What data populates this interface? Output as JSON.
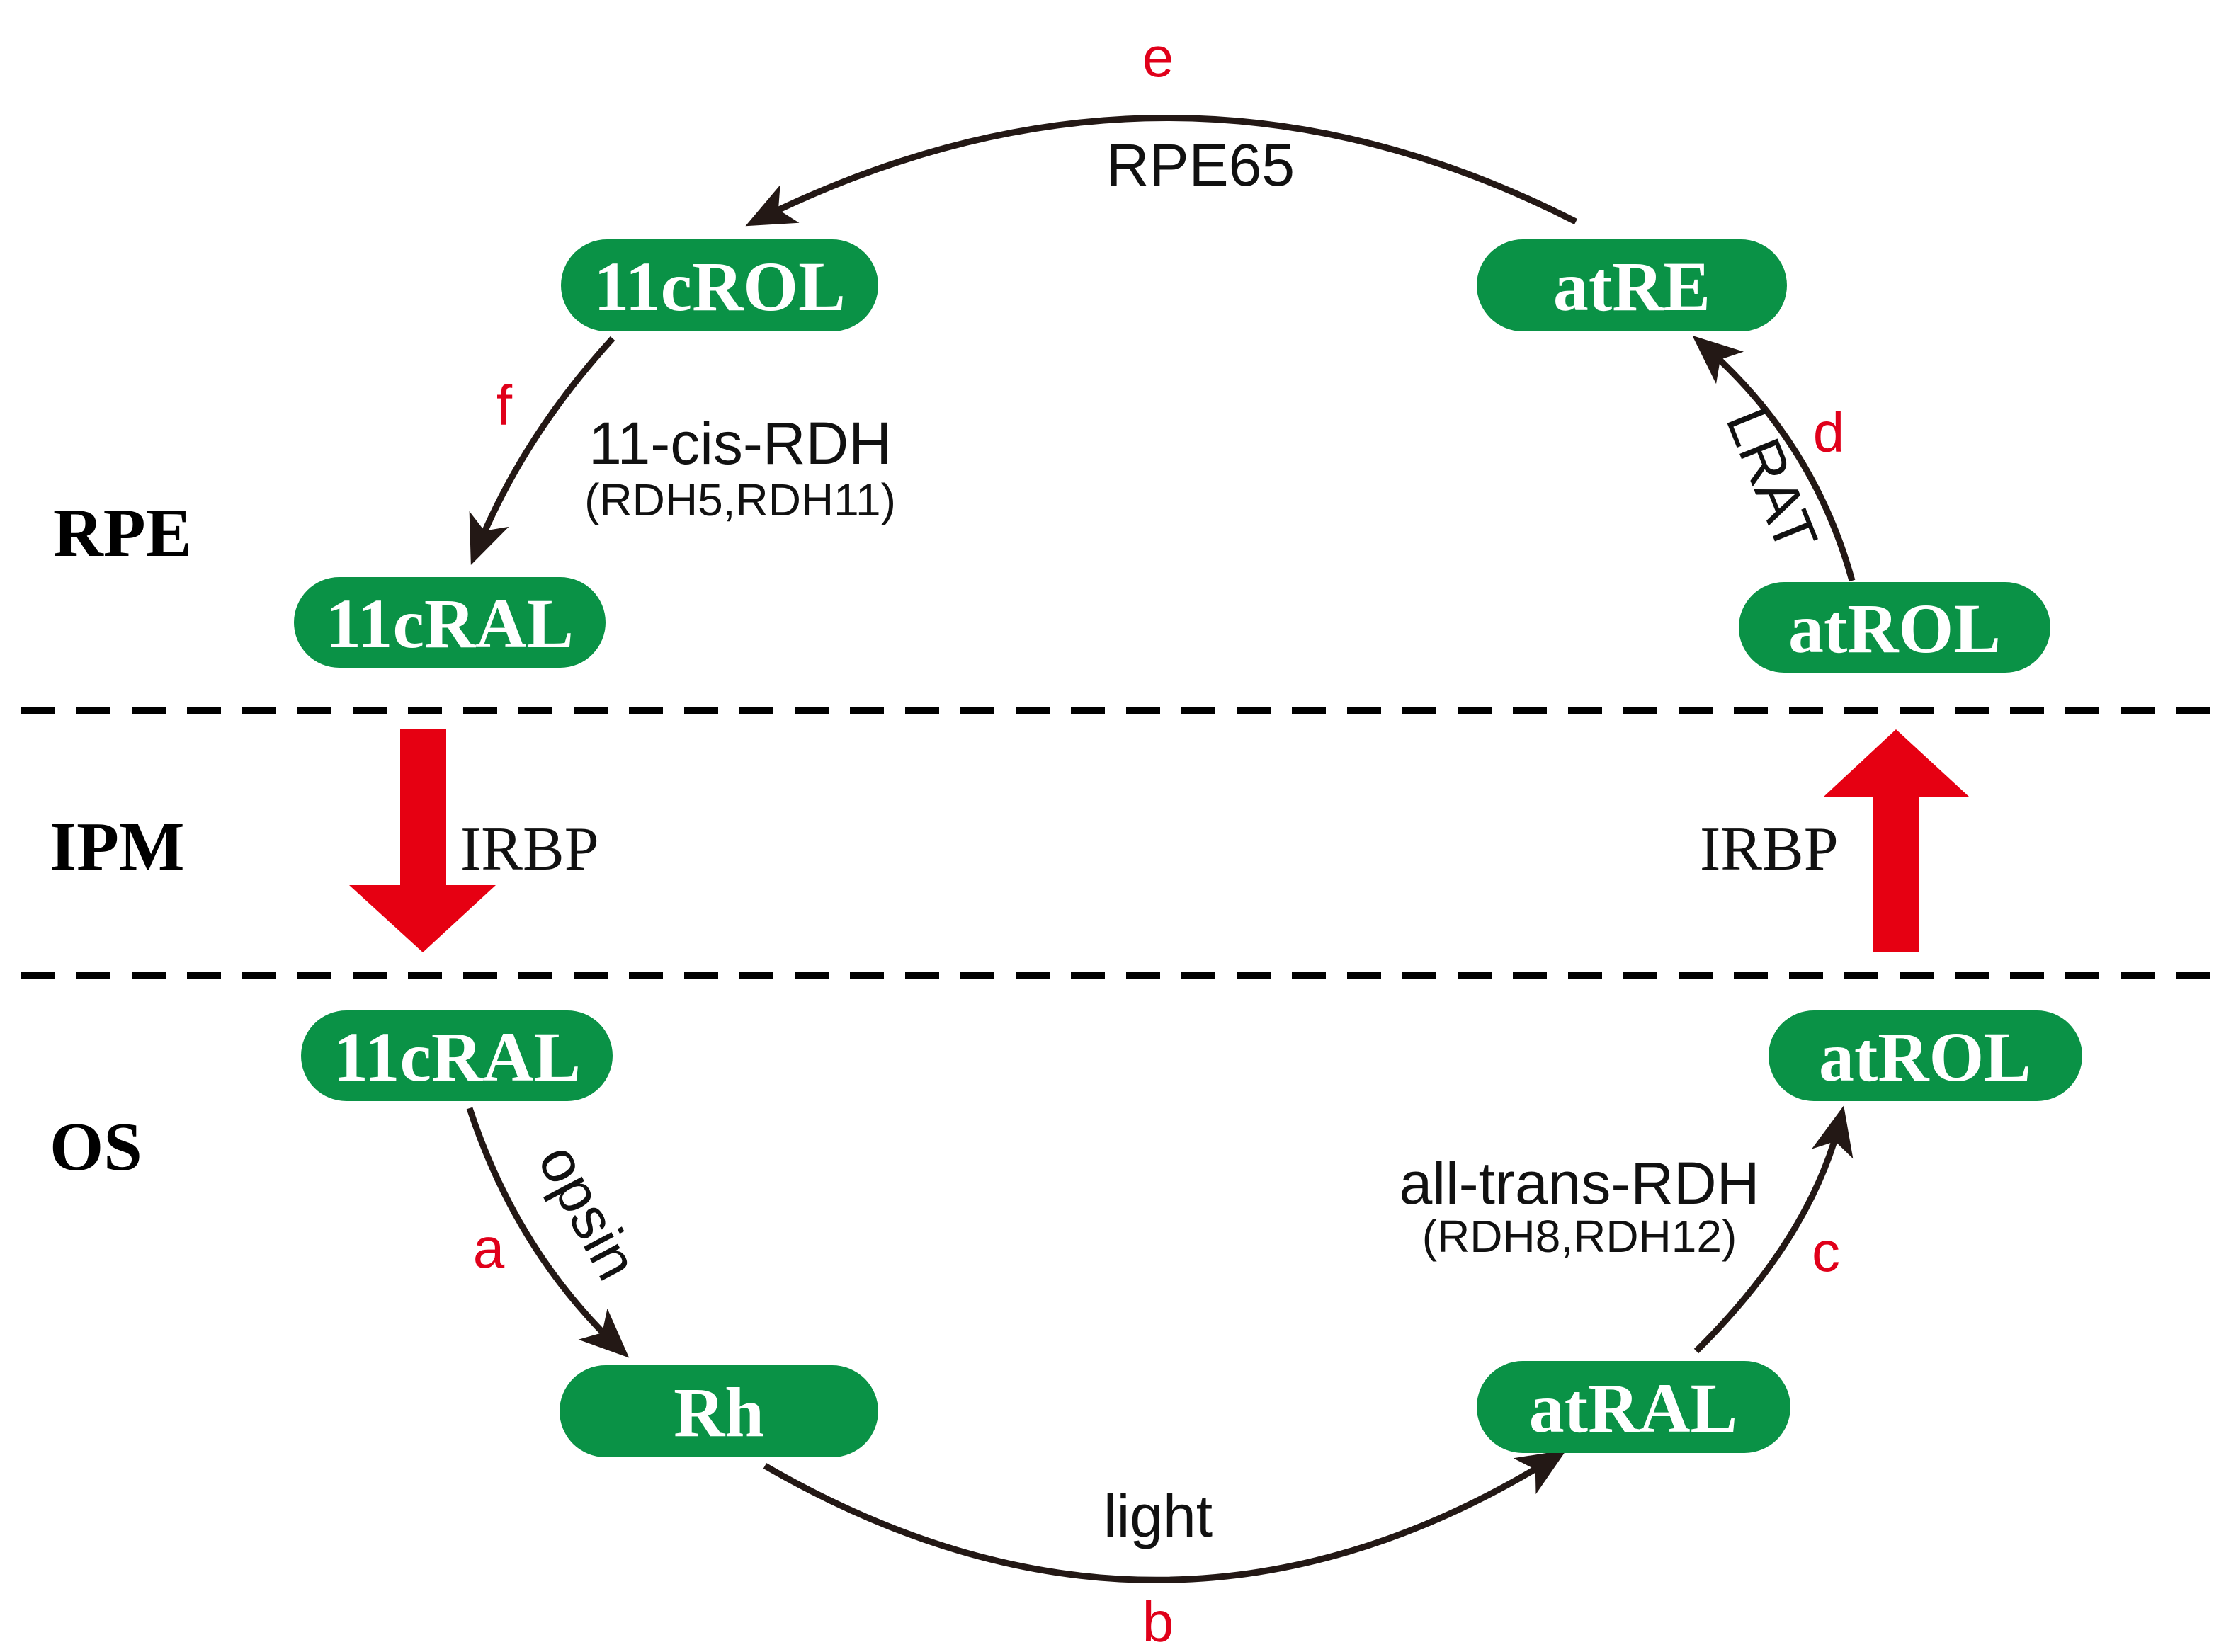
{
  "regions": {
    "rpe": "RPE",
    "ipm": "IPM",
    "os": "OS"
  },
  "nodes": {
    "rpe_11crol": "11cROL",
    "rpe_atre": "atRE",
    "rpe_11cral": "11cRAL",
    "rpe_atrol": "atROL",
    "os_11cral": "11cRAL",
    "os_atrol": "atROL",
    "os_rh": "Rh",
    "os_atral": "atRAL"
  },
  "enzymes": {
    "rpe65": "RPE65",
    "cis_rdh": "11-cis-RDH",
    "cis_rdh_sub": "(RDH5,RDH11)",
    "lrat": "LRAT",
    "opsin": "opsin",
    "light": "light",
    "trans_rdh": "all-trans-RDH",
    "trans_rdh_sub": "(RDH8,RDH12)"
  },
  "transport": {
    "irbp_left": "IRBP",
    "irbp_right": "IRBP"
  },
  "steps": {
    "a": "a",
    "b": "b",
    "c": "c",
    "d": "d",
    "e": "e",
    "f": "f"
  },
  "colors": {
    "node_fill": "#0a9246",
    "step_label": "#e0001a",
    "transport_arrow": "#e60012",
    "arc": "#231815"
  }
}
